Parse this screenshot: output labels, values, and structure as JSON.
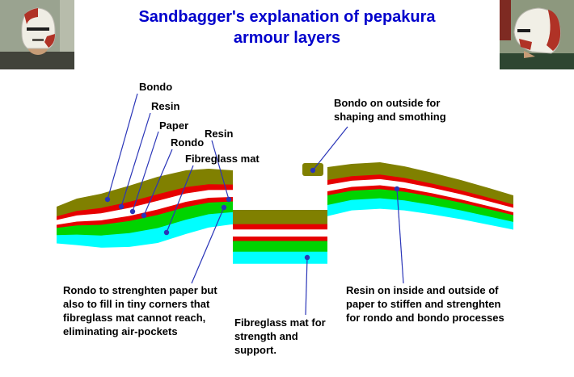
{
  "title": {
    "text": "Sandbagger's explanation of pepakura\narmour layers",
    "color": "#0000cc"
  },
  "diagram": {
    "line_color": "#2a35b8",
    "layers": [
      {
        "id": "bondo",
        "color": "#808000",
        "thickness": 16
      },
      {
        "id": "resin-outer",
        "color": "#e60000",
        "thickness": 6
      },
      {
        "id": "paper",
        "color": "#ffffff",
        "thickness": 8
      },
      {
        "id": "resin-inner",
        "color": "#e60000",
        "thickness": 5
      },
      {
        "id": "rondo",
        "color": "#00d400",
        "thickness": 12
      },
      {
        "id": "fibreglass-mat",
        "color": "#00ffff",
        "thickness": 13
      }
    ],
    "labels": {
      "bondo": "Bondo",
      "resin_outer": "Resin",
      "paper": "Paper",
      "resin_inner": "Resin",
      "rondo": "Rondo",
      "fibreglass": "Fibreglass mat"
    },
    "notes": {
      "bondo_outside": "Bondo on outside for\nshaping and smothing",
      "rondo_note": "Rondo to strenghten paper but\nalso to fill in tiny corners that\nfibreglass mat cannot reach,\neliminating air-pockets",
      "fibreglass_note": "Fibreglass mat for\nstrength and\nsupport.",
      "resin_note": "Resin on inside and outside of\npaper to stiffen and strenghten\nfor rondo and bondo processes"
    }
  }
}
